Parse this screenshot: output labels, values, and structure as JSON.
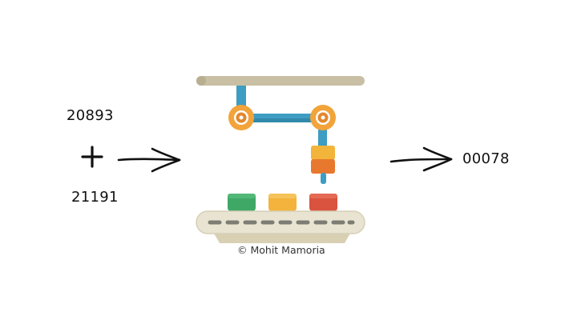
{
  "inputs": {
    "first_number": "20893",
    "second_number": "21191",
    "operator": "+"
  },
  "output": {
    "result": "00078"
  },
  "credit": "© Mohit Mamoria",
  "machine": {
    "icon": "robotic-arm-conveyor-icon",
    "boxes": [
      "green",
      "yellow",
      "red"
    ]
  },
  "colors": {
    "rail": "#c8bfa4",
    "arm": "#3d9dc2",
    "joint": "#f2a33a",
    "joint_ring": "#e3872c",
    "gripper_top": "#f2b43a",
    "gripper_bottom": "#e8782e",
    "box_green": "#3fa866",
    "box_yellow": "#f3b33c",
    "box_red": "#d9533f",
    "belt": "#e9e4d2",
    "belt_base": "#d9d0b4",
    "belt_dash": "#7d7d74"
  }
}
